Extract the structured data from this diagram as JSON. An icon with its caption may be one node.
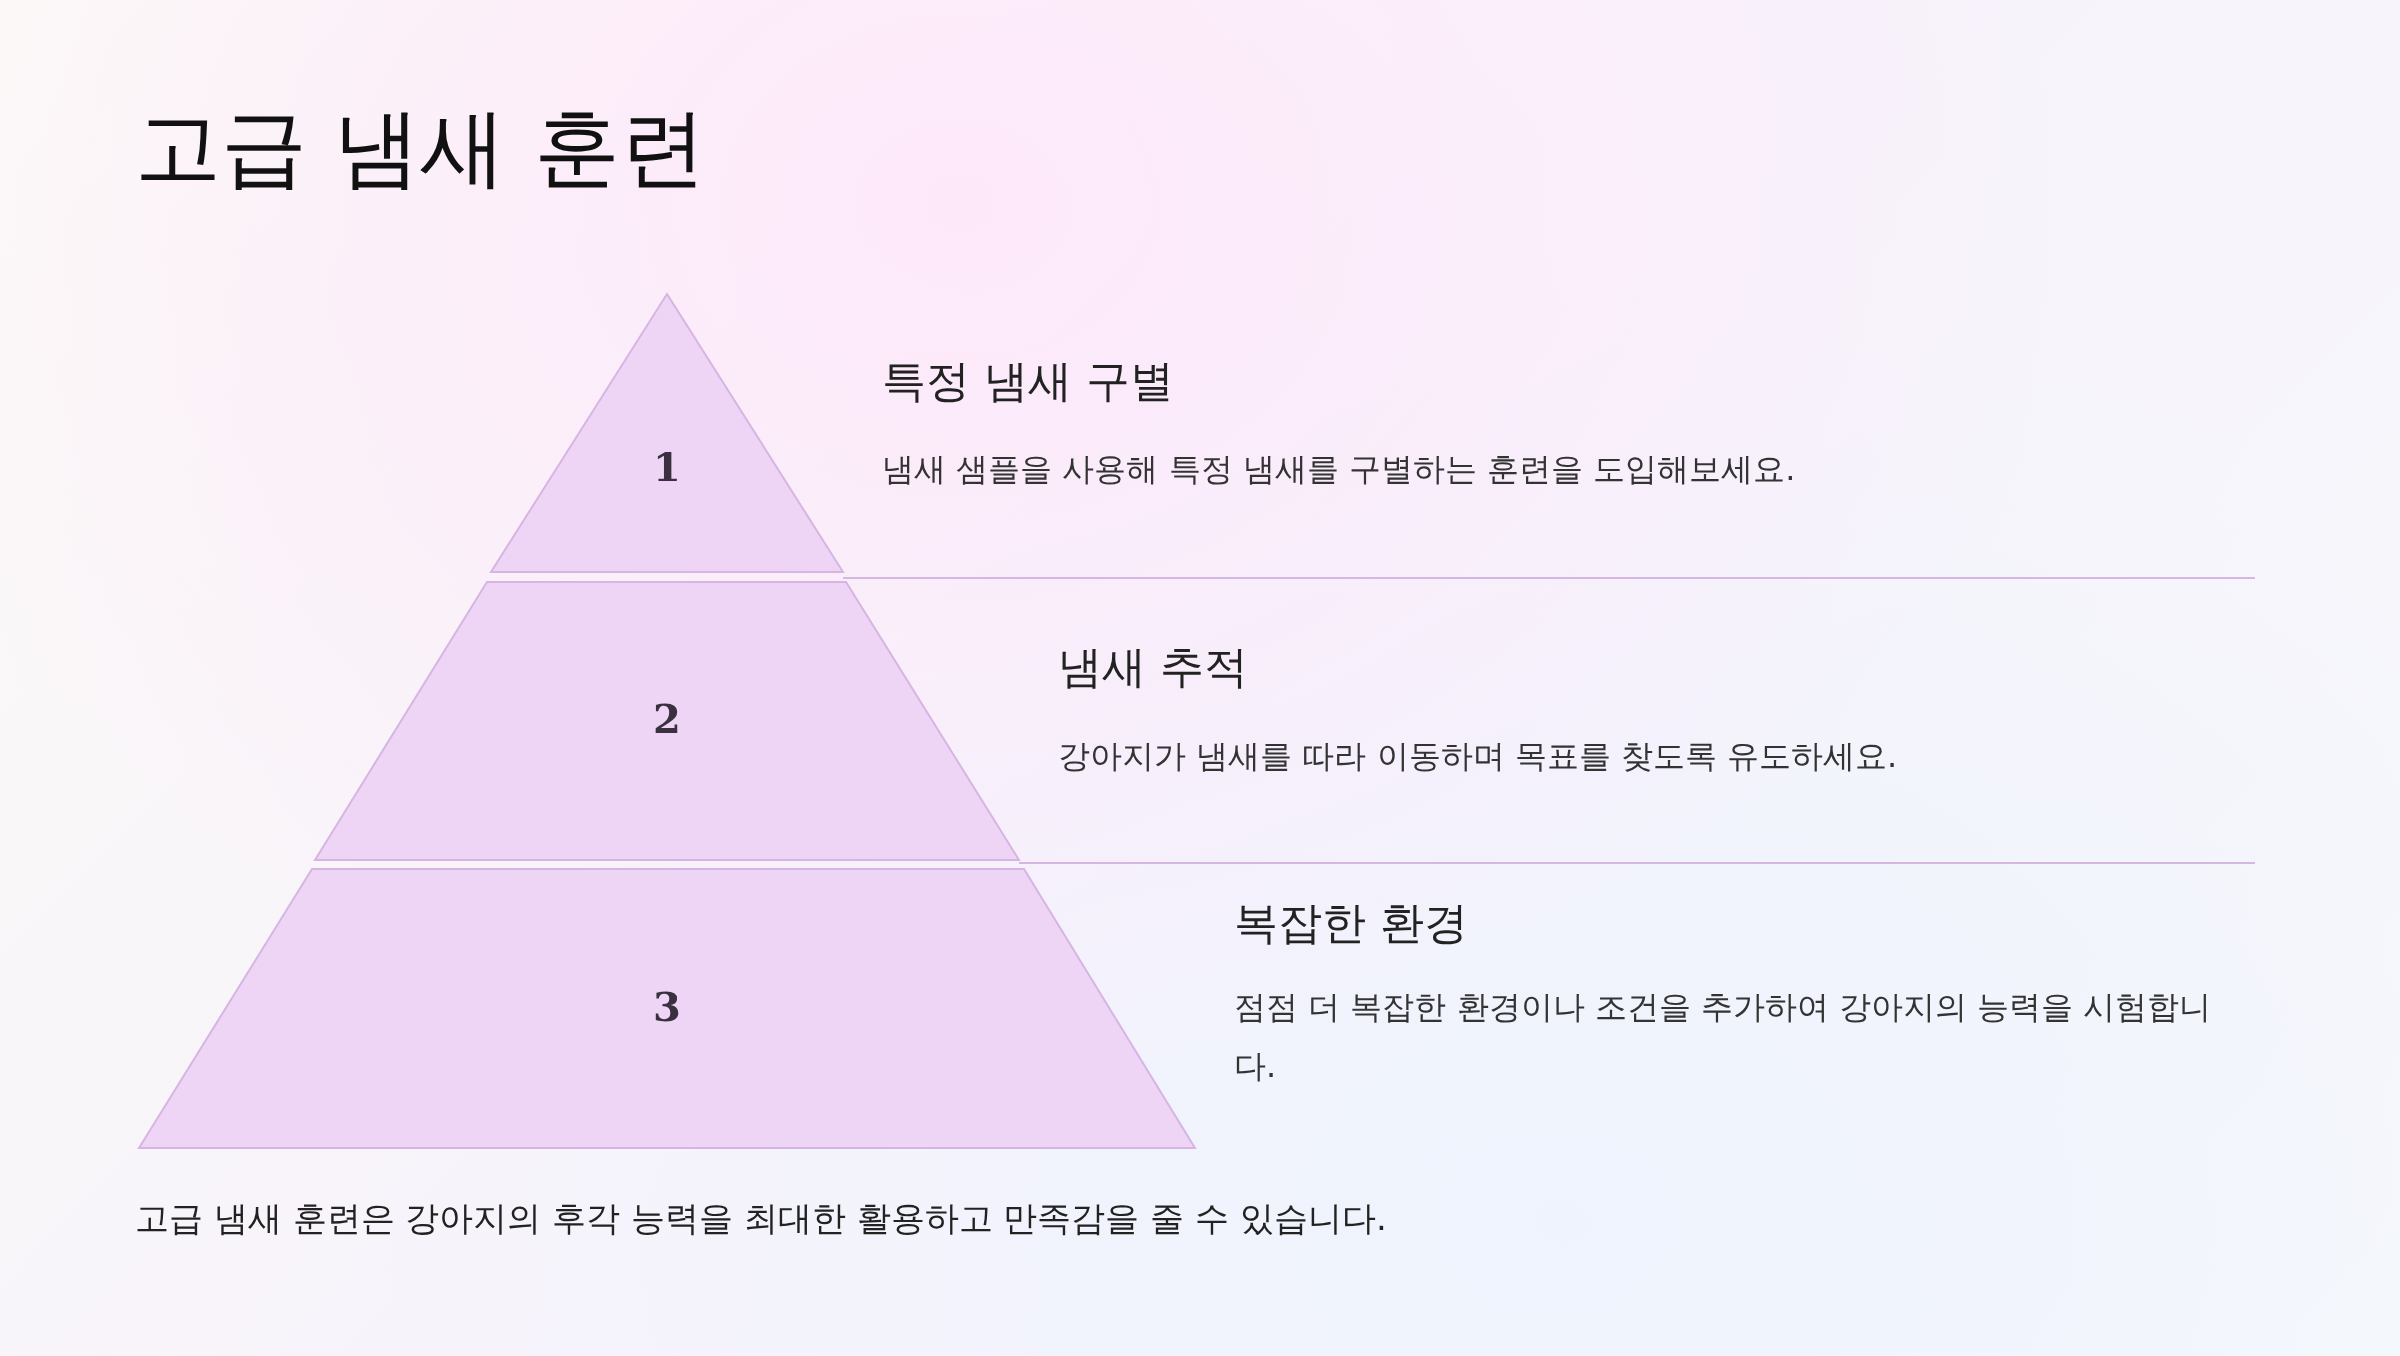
{
  "diagram": {
    "title": "고급 냄새 훈련",
    "nodes": [
      {
        "text": [
          "1"
        ],
        "beside": [
          "특정 냄새 구별",
          "냄새 샘플을 사용해 특정 냄새를 구별하는 훈련을 도입해보세요."
        ]
      },
      {
        "text": [
          "2"
        ],
        "beside": [
          "냄새 추적",
          "강아지가 냄새를 따라 이동하며 목표를 찾도록 유도하세요."
        ]
      },
      {
        "text": [
          "3"
        ],
        "beside": [
          "복잡한 환경",
          "점점 더 복잡한 환경이나 조건을 추가하여 강아지의 능력을 시험합니다."
        ]
      }
    ],
    "caption": "고급 냄새 훈련은 강아지의 후각 능력을 최대한 활용하고 만족감을 줄 수 있습니다."
  }
}
